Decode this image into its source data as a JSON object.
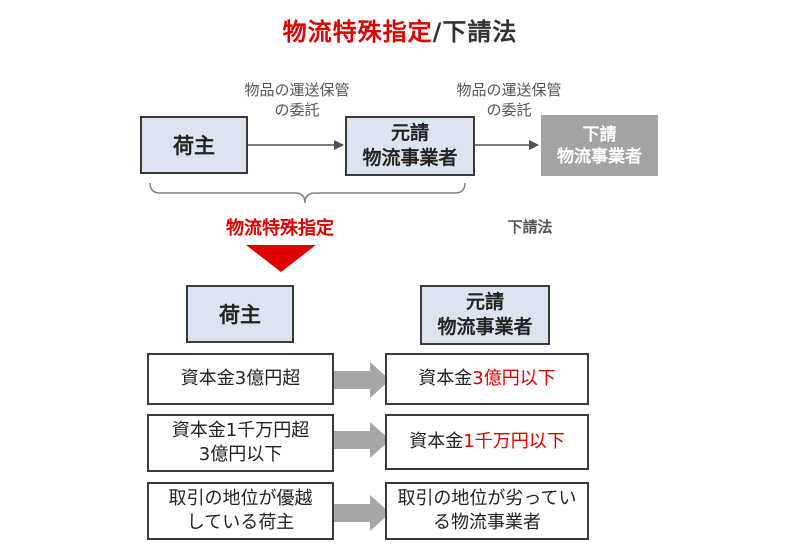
{
  "title": {
    "red": "物流特殊指定",
    "separator": "/",
    "dark": "下請法"
  },
  "top_flow": {
    "shipper": "荷主",
    "prime_line1": "元請",
    "prime_line2": "物流事業者",
    "sub_line1": "下請",
    "sub_line2": "物流事業者",
    "note1_line1": "物品の運送保管",
    "note1_line2": "の委託",
    "note2_line1": "物品の運送保管",
    "note2_line2": "の委託"
  },
  "designation_label": "物流特殊指定",
  "subcontract_law_label": "下請法",
  "bottom": {
    "shipper_header": "荷主",
    "prime_line1": "元請",
    "prime_line2": "物流事業者",
    "rows": [
      {
        "left_line1": "資本金3億円超",
        "left_line2": "",
        "right_prefix": "資本金",
        "right_accent": "3億円以下",
        "right_suffix": "",
        "right_line2": ""
      },
      {
        "left_line1": "資本金1千万円超",
        "left_line2": "3億円以下",
        "right_prefix": "資本金",
        "right_accent": "1千万円以下",
        "right_suffix": "",
        "right_line2": ""
      },
      {
        "left_line1": "取引の地位が優越",
        "left_line2": "している荷主",
        "right_prefix": "取引の地位が劣ってい",
        "right_accent": "",
        "right_suffix": "",
        "right_line2": "る物流事業者"
      }
    ]
  },
  "colors": {
    "accent_red": "#e00000",
    "box_blue": "#dce4f1",
    "sub_gray": "#a3a3a3",
    "arrow_gray": "#a6a6a6"
  }
}
